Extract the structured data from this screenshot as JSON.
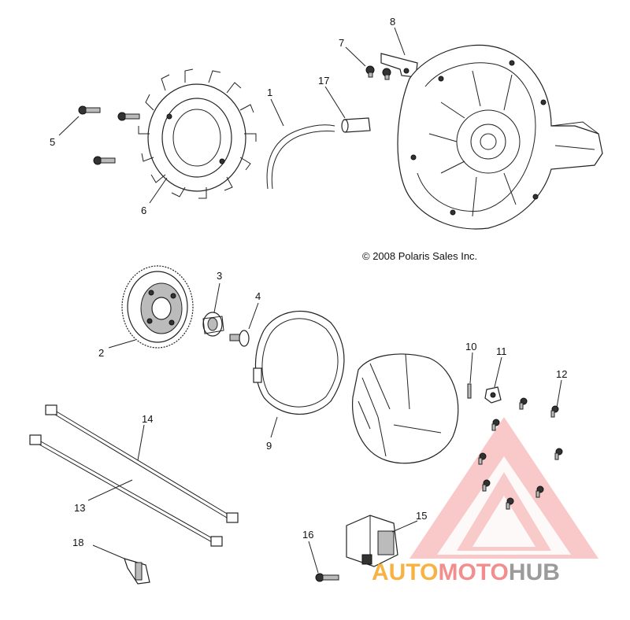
{
  "copyright": "© 2008 Polaris Sales Inc.",
  "callouts": {
    "c1": "1",
    "c2": "2",
    "c3": "3",
    "c4": "4",
    "c5": "5",
    "c6": "6",
    "c7": "7",
    "c8": "8",
    "c9": "9",
    "c10": "10",
    "c11": "11",
    "c12": "12",
    "c13": "13",
    "c14": "14",
    "c15": "15",
    "c16": "16",
    "c17": "17",
    "c18": "18"
  },
  "watermark": {
    "part1": "AUTO",
    "part2": "MOTO",
    "part3": "HUB",
    "colors": {
      "auto": "#f5a623",
      "moto": "#f07a7a",
      "hub": "#8a8a8a",
      "triangle": "#f28b8b"
    }
  }
}
